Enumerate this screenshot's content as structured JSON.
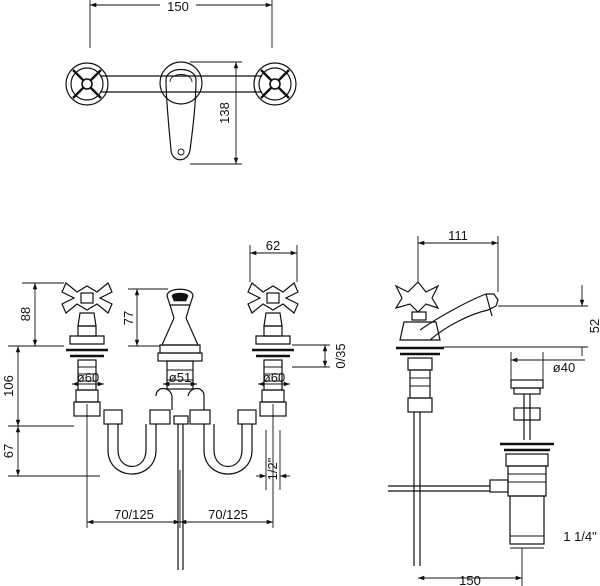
{
  "dimensions": {
    "top_width": "150",
    "top_height": "138",
    "side_spacing": "62",
    "handle_height": "88",
    "spout_height": "77",
    "body_height": "106",
    "tail_length": "67",
    "deck_range": "0/35",
    "valve_dia_left": "ø60",
    "spout_dia": "ø51",
    "valve_dia_right": "ø60",
    "thread": "1/2\"",
    "spacing_left": "70/125",
    "spacing_right": "70/125",
    "spout_reach": "111",
    "spout_drop": "52",
    "waste_dia": "ø40",
    "waste_thread": "1 1/4\"",
    "waste_length": "150"
  }
}
